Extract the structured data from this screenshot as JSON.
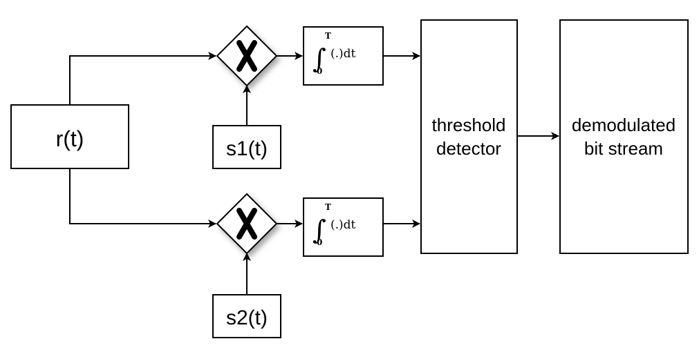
{
  "blocks": {
    "input": "r(t)",
    "ref1": "s1(t)",
    "ref2": "s2(t)",
    "detector": [
      "threshold",
      "detector"
    ],
    "output": [
      "demodulated",
      "bit stream"
    ]
  },
  "multiplier_symbol": "X",
  "integrator": {
    "sign": "∫",
    "upper": "T",
    "lower": "0",
    "body": "(.)dt"
  }
}
